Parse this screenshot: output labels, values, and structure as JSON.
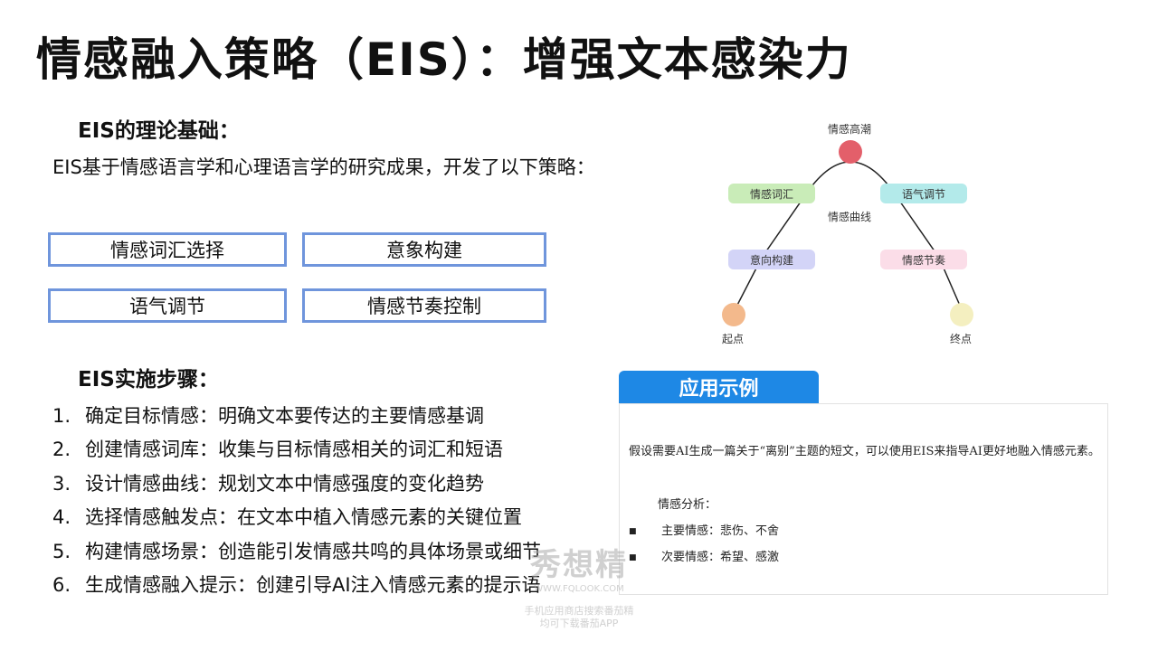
{
  "title": "情感融入策略（EIS）：增强文本感染力",
  "theory": {
    "heading": "EIS的理论基础：",
    "intro": "EIS基于情感语言学和心理语言学的研究成果，开发了以下策略：",
    "boxes": [
      "情感词汇选择",
      "意象构建",
      "语气调节",
      "情感节奏控制"
    ]
  },
  "steps": {
    "heading": "EIS实施步骤：",
    "items": [
      {
        "num": "1.",
        "text": "确定目标情感：明确文本要传达的主要情感基调"
      },
      {
        "num": "2.",
        "text": "创建情感词库：收集与目标情感相关的词汇和短语"
      },
      {
        "num": "3.",
        "text": "设计情感曲线：规划文本中情感强度的变化趋势"
      },
      {
        "num": "4.",
        "text": "选择情感触发点：在文本中植入情感元素的关键位置"
      },
      {
        "num": "5.",
        "text": "构建情感场景：创造能引发情感共鸣的具体场景或细节"
      },
      {
        "num": "6.",
        "text": "生成情感融入提示：创建引导AI注入情感元素的提示语"
      }
    ]
  },
  "diagram": {
    "peak": "情感高潮",
    "curve": "情感曲线",
    "left_upper": "情感词汇",
    "right_upper": "语气调节",
    "left_lower": "意向构建",
    "right_lower": "情感节奏",
    "start": "起点",
    "end": "终点",
    "colors": {
      "peak": "#e35f6a",
      "left_upper": "#c9ecb8",
      "right_upper": "#b3eaea",
      "left_lower": "#d3d4f7",
      "right_lower": "#fbdde8",
      "start": "#f3b98c",
      "end": "#f4efc0"
    }
  },
  "example": {
    "header": "应用示例",
    "para": "假设需要AI生成一篇关于“离别”主题的短文，可以使用EIS来指导AI更好地融入情感元素。",
    "analysis_label": "情感分析：",
    "items": [
      "主要情感：悲伤、不舍",
      "次要情感：希望、感激"
    ]
  },
  "watermark": {
    "logo": "秀想精",
    "url": "WWW.FQLOOK.COM",
    "line1": "手机应用商店搜索番茄精",
    "line2": "均可下载番茄APP"
  },
  "accent": "#1e88e5",
  "box_border": "#6f95dc"
}
